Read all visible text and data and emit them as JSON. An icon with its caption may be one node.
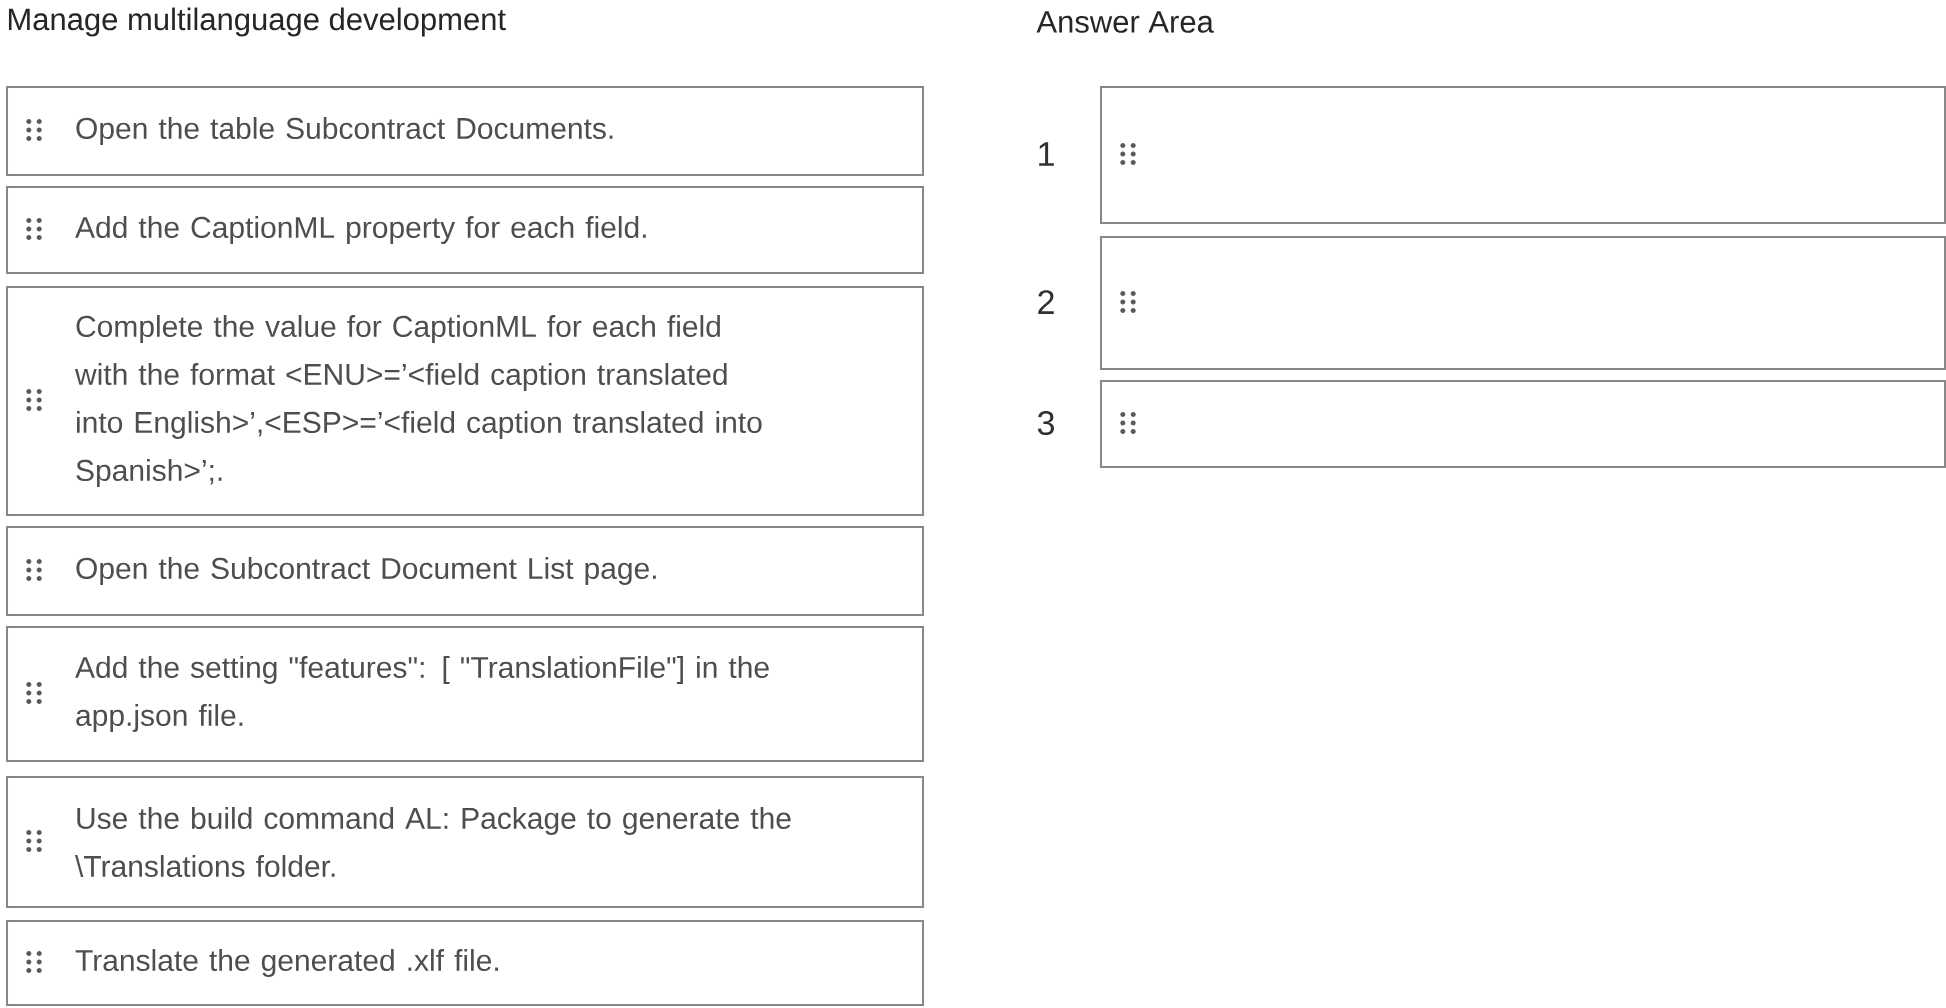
{
  "diagram": {
    "title": "Manage multilanguage development",
    "nodes": [
      {
        "text": [
          "Open the table Subcontract Documents."
        ]
      },
      {
        "text": [
          "Add the CaptionML property for each field."
        ]
      },
      {
        "text": [
          "Complete the value for CaptionML for each field with the format <ENU>=’<field caption translated into English>’,<ESP>=’<field caption translated into Spanish>’;."
        ]
      },
      {
        "text": [
          "Open the Subcontract Document List page."
        ]
      },
      {
        "text": [
          "Add the setting \"features\": [ \"TranslationFile\"] in the app.json file."
        ]
      },
      {
        "text": [
          "Use the build command AL: Package to generate the \\Translations folder."
        ]
      },
      {
        "text": [
          "Translate the generated .xlf file."
        ]
      },
      {
        "text": [],
        "shape": "box",
        "beside": [
          "1"
        ]
      },
      {
        "text": [],
        "shape": "box",
        "beside": [
          "2"
        ]
      },
      {
        "text": [],
        "shape": "box",
        "beside": [
          "3"
        ]
      }
    ],
    "labels": [
      "Answer Area"
    ]
  }
}
